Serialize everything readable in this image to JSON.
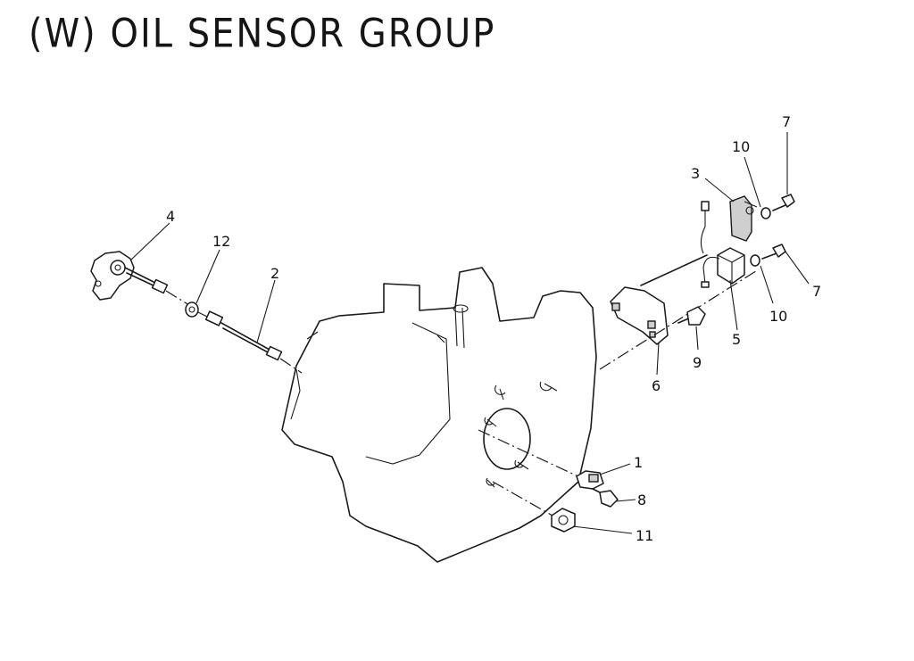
{
  "title": "(W) OIL SENSOR GROUP",
  "callouts": [
    {
      "id": "4",
      "label": "4"
    },
    {
      "id": "12",
      "label": "12"
    },
    {
      "id": "2",
      "label": "2"
    },
    {
      "id": "3",
      "label": "3"
    },
    {
      "id": "10a",
      "label": "10"
    },
    {
      "id": "7a",
      "label": "7"
    },
    {
      "id": "7b",
      "label": "7"
    },
    {
      "id": "10b",
      "label": "10"
    },
    {
      "id": "5",
      "label": "5"
    },
    {
      "id": "9",
      "label": "9"
    },
    {
      "id": "6",
      "label": "6"
    },
    {
      "id": "1",
      "label": "1"
    },
    {
      "id": "8",
      "label": "8"
    },
    {
      "id": "11",
      "label": "11"
    }
  ]
}
